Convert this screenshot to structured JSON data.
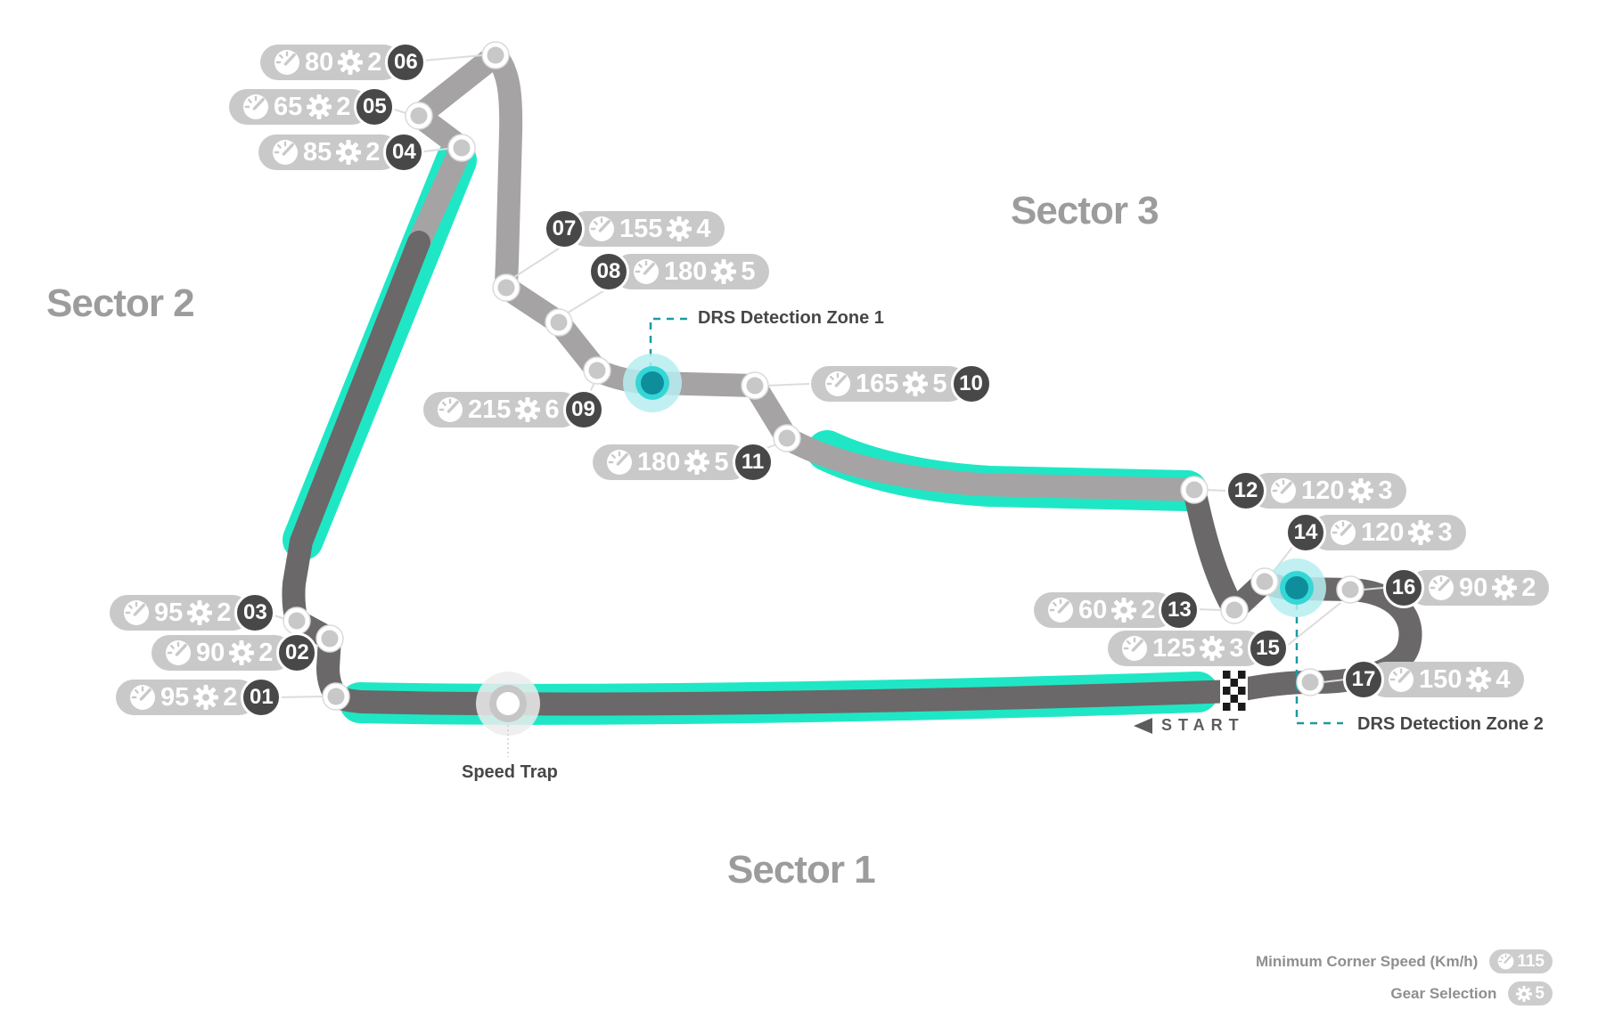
{
  "sectors": {
    "s1": "Sector 1",
    "s2": "Sector 2",
    "s3": "Sector 3"
  },
  "annotations": {
    "drs_zone_1": "DRS Detection Zone 1",
    "drs_zone_2": "DRS Detection Zone 2",
    "speed_trap": "Speed Trap",
    "start": "START"
  },
  "corners": [
    {
      "number": "01",
      "speed": "95",
      "gear": "2"
    },
    {
      "number": "02",
      "speed": "90",
      "gear": "2"
    },
    {
      "number": "03",
      "speed": "95",
      "gear": "2"
    },
    {
      "number": "04",
      "speed": "85",
      "gear": "2"
    },
    {
      "number": "05",
      "speed": "65",
      "gear": "2"
    },
    {
      "number": "06",
      "speed": "80",
      "gear": "2"
    },
    {
      "number": "07",
      "speed": "155",
      "gear": "4"
    },
    {
      "number": "08",
      "speed": "180",
      "gear": "5"
    },
    {
      "number": "09",
      "speed": "215",
      "gear": "6"
    },
    {
      "number": "10",
      "speed": "165",
      "gear": "5"
    },
    {
      "number": "11",
      "speed": "180",
      "gear": "5"
    },
    {
      "number": "12",
      "speed": "120",
      "gear": "3"
    },
    {
      "number": "13",
      "speed": "60",
      "gear": "2"
    },
    {
      "number": "14",
      "speed": "120",
      "gear": "3"
    },
    {
      "number": "15",
      "speed": "125",
      "gear": "3"
    },
    {
      "number": "16",
      "speed": "90",
      "gear": "2"
    },
    {
      "number": "17",
      "speed": "150",
      "gear": "4"
    }
  ],
  "legend": {
    "min_corner_speed_label": "Minimum Corner Speed (Km/h)",
    "min_corner_speed_value": "115",
    "gear_selection_label": "Gear Selection",
    "gear_selection_value": "5"
  },
  "colors": {
    "drs_band_teal": "#1fe7c5",
    "drs_marker_teal": "#0e8e9b",
    "track_light_gray": "#a5a3a4",
    "track_dark_gray": "#6a6868",
    "pill_gray": "#c9c9c9",
    "badge_dark": "#484848"
  }
}
